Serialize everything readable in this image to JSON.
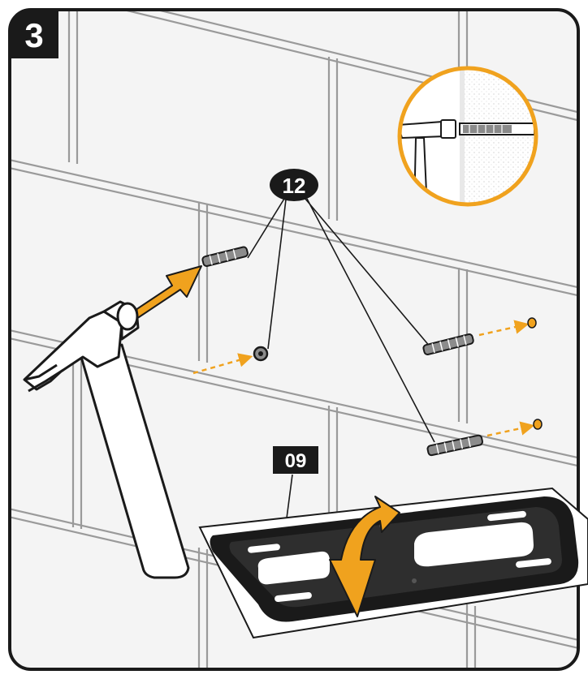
{
  "step": {
    "number": "3"
  },
  "callouts": {
    "anchor_part": "12",
    "bracket_part": "09"
  },
  "colors": {
    "accent": "#F0A21E",
    "ink": "#1a1a1a",
    "tile": "#f5f5f5",
    "grout": "#9a9a9a",
    "panel_bg": "#ffffff"
  },
  "icons": {
    "step_badge": "square-badge",
    "anchors": "wall-plug-icon",
    "screws": "screw-icon",
    "hammer": "hammer-icon",
    "bracket": "mounting-bracket-icon",
    "motion": "arrow-icon"
  }
}
